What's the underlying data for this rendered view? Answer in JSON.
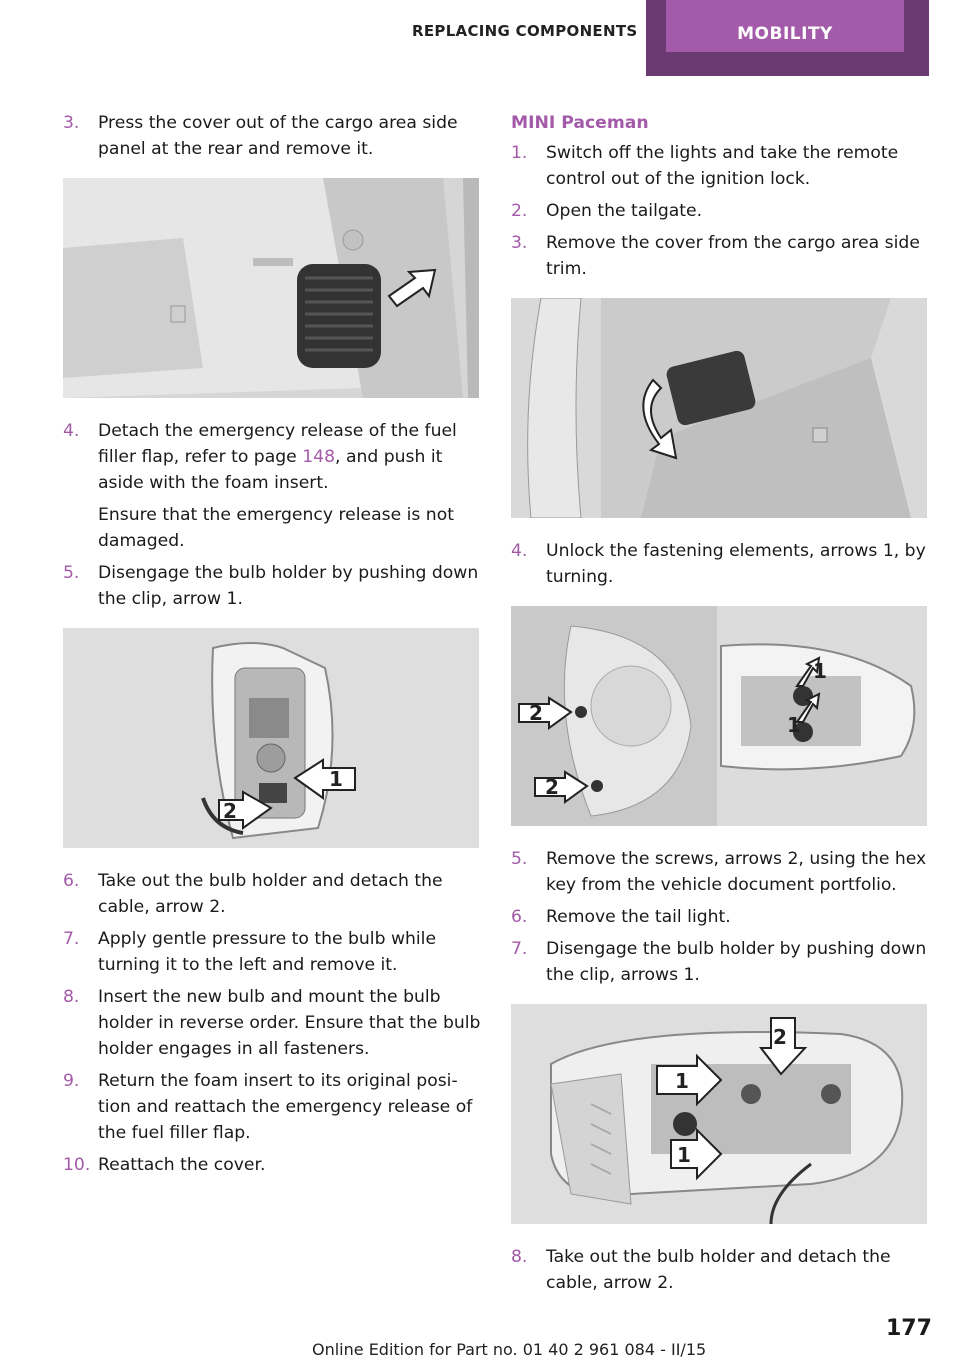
{
  "header": {
    "section": "REPLACING COMPONENTS",
    "tab": "MOBILITY"
  },
  "left_column": {
    "step3": {
      "num": "3.",
      "text": "Press the cover out of the cargo area side panel at the rear and remove it."
    },
    "step4": {
      "num": "4.",
      "text_before": "Detach the emergency release of the fuel filler flap, refer to page ",
      "link": "148",
      "text_after": ", and push it aside with the foam insert.",
      "note": "Ensure that the emergency release is not damaged."
    },
    "step5": {
      "num": "5.",
      "text": "Disengage the bulb holder by pushing down the clip, arrow 1."
    },
    "fig2_labels": [
      "1",
      "2"
    ],
    "steps_b": [
      {
        "num": "6.",
        "text": "Take out the bulb holder and detach the cable, arrow 2."
      },
      {
        "num": "7.",
        "text": "Apply gentle pressure to the bulb while turning it to the left and remove it."
      },
      {
        "num": "8.",
        "text": "Insert the new bulb and mount the bulb holder in reverse order. Ensure that the bulb holder engages in all fasteners."
      },
      {
        "num": "9.",
        "text": "Return the foam insert to its original posi­tion and reattach the emergency release of the fuel filler flap."
      },
      {
        "num": "10.",
        "text": "Reattach the cover."
      }
    ]
  },
  "right_column": {
    "subheading": "MINI Paceman",
    "steps_a": [
      {
        "num": "1.",
        "text": "Switch off the lights and take the remote control out of the ignition lock."
      },
      {
        "num": "2.",
        "text": "Open the tailgate."
      },
      {
        "num": "3.",
        "text": "Remove the cover from the cargo area side trim."
      }
    ],
    "step4": {
      "num": "4.",
      "text": "Unlock the fastening elements, arrows 1, by turning."
    },
    "fig4_labels": [
      "2",
      "2",
      "1",
      "1"
    ],
    "steps_b": [
      {
        "num": "5.",
        "text": "Remove the screws, arrows 2, using the hex key from the vehicle document portfolio."
      },
      {
        "num": "6.",
        "text": "Remove the tail light."
      },
      {
        "num": "7.",
        "text": "Disengage the bulb holder by pushing down the clip, arrows 1."
      }
    ],
    "fig5_labels": [
      "1",
      "2",
      "1"
    ],
    "step8": {
      "num": "8.",
      "text": "Take out the bulb holder and detach the cable, arrow 2."
    }
  },
  "page_number": "177",
  "footer": "Online Edition for Part no. 01 40 2 961 084 - II/15"
}
